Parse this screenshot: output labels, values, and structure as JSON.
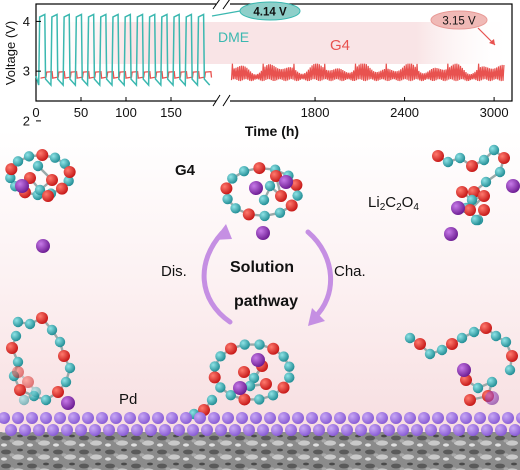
{
  "colors": {
    "dme": "#3bb8b0",
    "g4": "#e8524f",
    "oxygen": "#e32222",
    "carbon": "#2ea7ad",
    "lithium": "#8e2bb4",
    "pd": "#9a6bdc",
    "arrow": "#c58fe3"
  },
  "chart_data": {
    "type": "line",
    "ylabel": "Voltage (V)",
    "xlabel": "Time (h)",
    "y_ticks": [
      "2",
      "3",
      "4"
    ],
    "x_ticks_left": [
      "0",
      "50",
      "100",
      "150"
    ],
    "x_ticks_right": [
      "1800",
      "2400",
      "3000"
    ],
    "ylim": [
      2.4,
      4.35
    ],
    "x_left_range": [
      0,
      200
    ],
    "x_right_range": [
      1230,
      3120
    ],
    "series": [
      {
        "name": "DME",
        "high": 4.14,
        "low": 2.72,
        "cycles": 14,
        "x_end": 195
      },
      {
        "name": "G4",
        "high": 3.15,
        "low": 2.82,
        "x_end": 3060
      }
    ],
    "callouts": [
      "4.14 V",
      "3.15 V"
    ]
  },
  "labels": {
    "dme": "DME",
    "g4_plot": "G4",
    "g4_molecule": "G4",
    "li2c2o4_parts": [
      "Li",
      "2",
      "C",
      "2",
      "O",
      "4"
    ],
    "dis": "Dis.",
    "cha": "Cha.",
    "solution": "Solution",
    "pathway": "pathway",
    "pd": "Pd"
  }
}
